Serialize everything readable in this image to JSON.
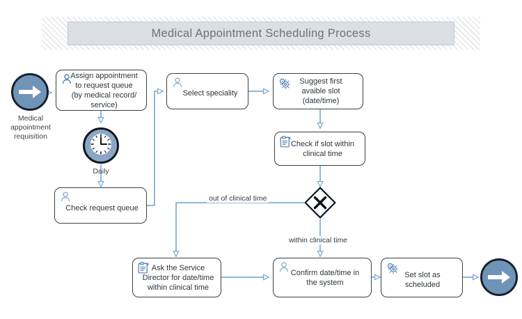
{
  "banner": {
    "title": "Medical Appointment Scheduling Process"
  },
  "colors": {
    "event_fill": "#6f94b8",
    "event_border": "#18202b",
    "timer_fill": "#8aa8c6",
    "task_border": "#3a3f45",
    "flow_line": "#6f9fcd",
    "icon_blue": "#4a7db5",
    "banner_box": "#d8dde2",
    "text": "#2f3438"
  },
  "events": [
    {
      "id": "start",
      "icon": "arrow-right-icon",
      "label": "Medical\nappointment\nrequisition",
      "label_line1": "Medical",
      "label_line2": "appointment",
      "label_line3": "requisition"
    },
    {
      "id": "end",
      "icon": "arrow-right-icon",
      "label": ""
    }
  ],
  "timer": {
    "icon": "clock-icon",
    "label": "Daily"
  },
  "gateway": {
    "type": "exclusive",
    "icon": "x-gateway-icon",
    "symbol": "X"
  },
  "tasks": [
    {
      "id": "assign-appointment",
      "icon": "user-icon",
      "label_line1": "Assign appointment",
      "label_line2": "to request queue",
      "label_line3": "(by medical record/",
      "label_line4": "service)"
    },
    {
      "id": "check-request-queue",
      "icon": "user-icon",
      "label_line1": "Check request queue"
    },
    {
      "id": "select-speciality",
      "icon": "user-icon",
      "label_line1": "Select speciality"
    },
    {
      "id": "suggest-first-slot",
      "icon": "gear-icon",
      "label_line1": "Suggest first",
      "label_line2": "avaible slot",
      "label_line3": "(date/time)"
    },
    {
      "id": "check-slot-clinical-time",
      "icon": "clipboard-icon",
      "label_line1": "Check if slot within",
      "label_line2": "clinical time"
    },
    {
      "id": "ask-service-director",
      "icon": "clipboard-icon",
      "label_line1": "Ask the Service",
      "label_line2": "Director for date/time",
      "label_line3": "within clinical time"
    },
    {
      "id": "confirm-date-time",
      "icon": "user-icon",
      "label_line1": "Confirm date/time in",
      "label_line2": "the system"
    },
    {
      "id": "set-slot-scheduled",
      "icon": "gear-icon",
      "label_line1": "Set slot as scheluded"
    }
  ],
  "edge_labels": [
    {
      "id": "out-of-clinical-time",
      "text": "out of clinical time"
    },
    {
      "id": "within-clinical-time",
      "text": "within clinical time"
    }
  ]
}
